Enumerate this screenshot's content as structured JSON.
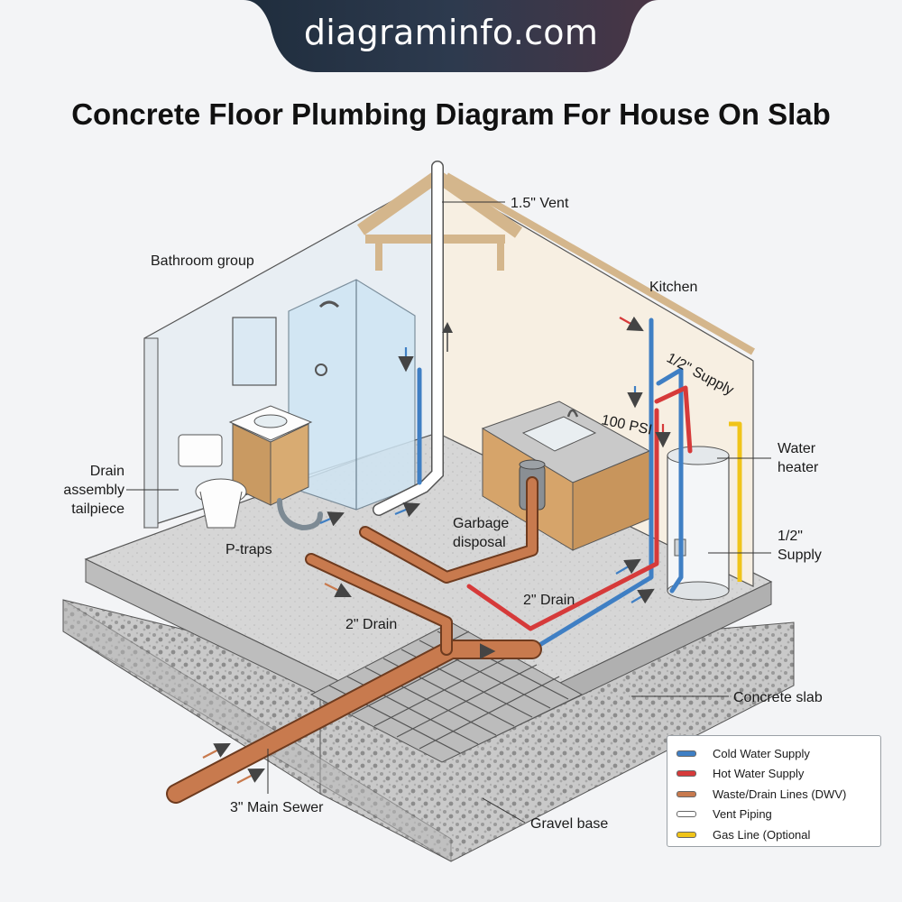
{
  "site": {
    "banner": "diagraminfo.com"
  },
  "title": "Concrete Floor Plumbing Diagram For House On Slab",
  "labels": {
    "vent": "1.5\" Vent",
    "bathroom_group": "Bathroom group",
    "kitchen": "Kitchen",
    "supply_top": "1/2\" Supply",
    "psi": "100 PSI",
    "drain_assembly": [
      "Drain",
      "assembly",
      "tailpiece"
    ],
    "water_heater": [
      "Water",
      "heater"
    ],
    "garbage_disposal": [
      "Garbage",
      "disposal"
    ],
    "p_traps": "P-traps",
    "supply_right": [
      "1/2\"",
      "Supply"
    ],
    "drain_kitchen": "2\" Drain",
    "drain_bath": "2\" Drain",
    "concrete_slab": "Concrete slab",
    "main_sewer": "3\" Main Sewer",
    "gravel_base": "Gravel base"
  },
  "legend": {
    "items": [
      {
        "label": "Cold Water Supply",
        "color": "#3f7fc4"
      },
      {
        "label": "Hot Water Supply",
        "color": "#d63a3a"
      },
      {
        "label": "Waste/Drain Lines (DWV)",
        "color": "#c87a4e"
      },
      {
        "label": "Vent Piping",
        "color": "#ffffff"
      },
      {
        "label": "Gas Line (Optional",
        "color": "#f0c419"
      }
    ]
  }
}
